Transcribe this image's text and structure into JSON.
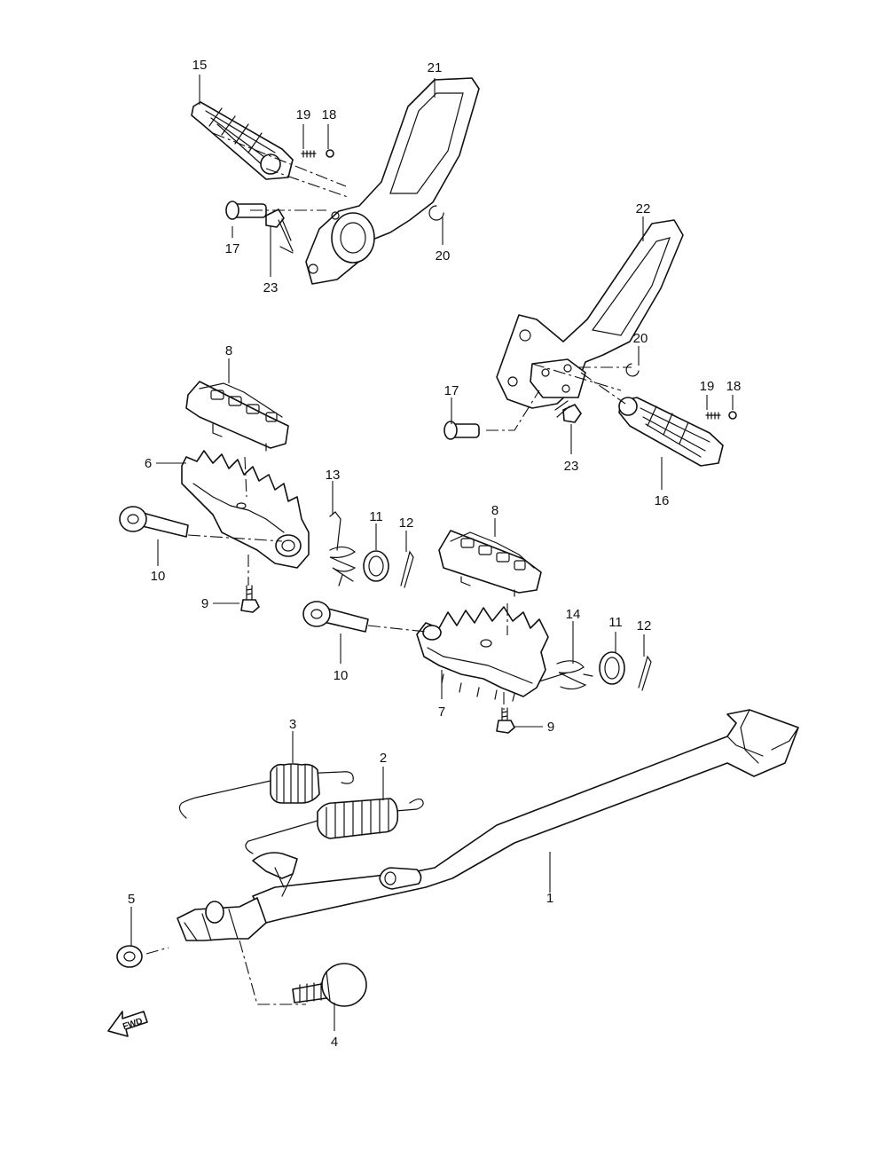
{
  "callouts": {
    "c1": "1",
    "c2": "2",
    "c3": "3",
    "c4": "4",
    "c5": "5",
    "c6": "6",
    "c7": "7",
    "c8a": "8",
    "c8b": "8",
    "c9a": "9",
    "c9b": "9",
    "c10a": "10",
    "c10b": "10",
    "c11a": "11",
    "c11b": "11",
    "c12a": "12",
    "c12b": "12",
    "c13": "13",
    "c14": "14",
    "c15": "15",
    "c16": "16",
    "c17a": "17",
    "c17b": "17",
    "c18a": "18",
    "c18b": "18",
    "c19a": "19",
    "c19b": "19",
    "c20a": "20",
    "c20b": "20",
    "c21": "21",
    "c22": "22",
    "c23a": "23",
    "c23b": "23"
  },
  "direction_arrow": {
    "text": "FWD",
    "icon": "forward-arrow-icon"
  }
}
